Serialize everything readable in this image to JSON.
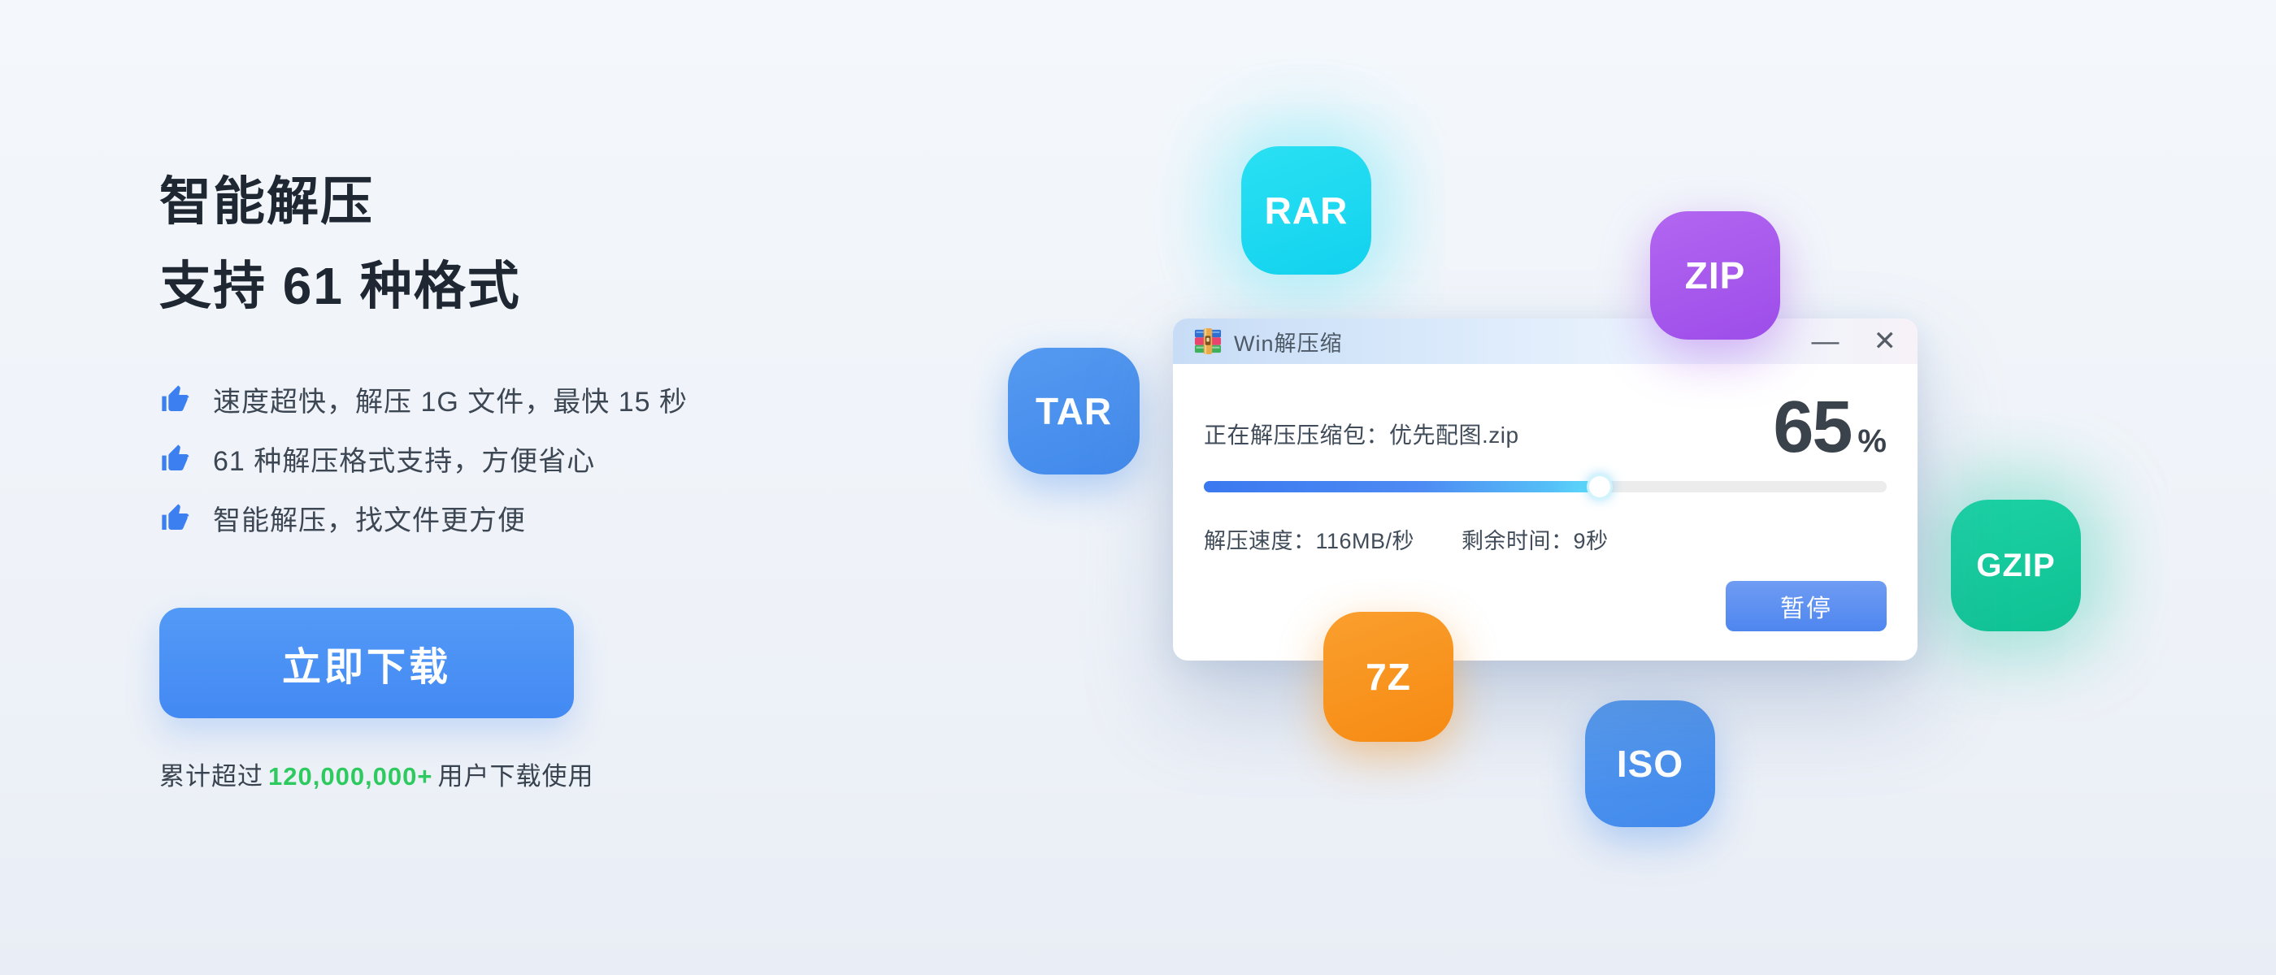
{
  "hero": {
    "title_line1": "智能解压",
    "title_line2": "支持 61 种格式",
    "bullets": [
      "速度超快，解压 1G 文件，最快 15 秒",
      "61 种解压格式支持，方便省心",
      "智能解压，找文件更方便"
    ],
    "download_label": "立即下载",
    "stats_prefix": "累计超过",
    "stats_number": "120,000,000+",
    "stats_suffix": "用户下载使用",
    "accent_blue": "#4a90f5",
    "stats_green": "#2fca5f"
  },
  "dialog": {
    "title": "Win解压缩",
    "minimize_glyph": "—",
    "close_glyph": "✕",
    "progress_label": "正在解压压缩包：优先配图.zip",
    "percent_value": "65",
    "percent_sign": "%",
    "progress_visual_percent": 58,
    "speed_label": "解压速度：116MB/秒",
    "remaining_label": "剩余时间：9秒",
    "pause_label": "暂停",
    "progress_fill_color": "#3a78f0",
    "progress_fill_end_color": "#5fe0fb",
    "track_color": "#ececec"
  },
  "badges": [
    {
      "label": "RAR",
      "color": "#1bdbf1"
    },
    {
      "label": "ZIP",
      "color": "#a657eb"
    },
    {
      "label": "TAR",
      "color": "#4a90ee"
    },
    {
      "label": "7Z",
      "color": "#f8941f"
    },
    {
      "label": "ISO",
      "color": "#4a90ee"
    },
    {
      "label": "GZIP",
      "color": "#14c79b"
    }
  ]
}
